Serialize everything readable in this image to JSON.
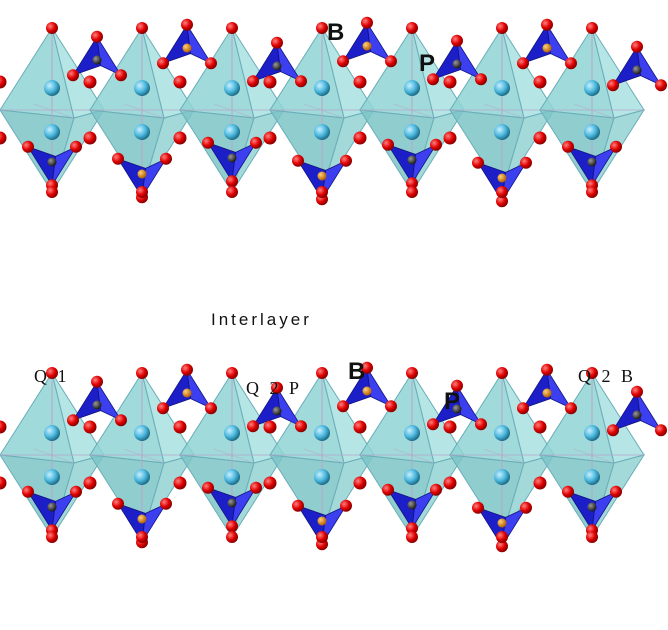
{
  "figure": {
    "top_layer": {
      "labels": {
        "b": "B",
        "p": "P"
      }
    },
    "interlayer_label": "Interlayer",
    "bottom_layer": {
      "labels": {
        "q1": "Q 1",
        "q2p": "Q 2 P",
        "b": "B",
        "p": "P",
        "q2b": "Q 2 B"
      }
    }
  },
  "colors": {
    "octahedron_fill": "#8fd3d3",
    "octahedron_edge": "#6aaeb8",
    "tetrahedron_fill": "#1c1fc8",
    "tetrahedron_light": "#3b3ff0",
    "oxygen": "#e00000",
    "metal_center": "#49b6dc",
    "phosphorus": "#333333",
    "boron": "#e08a1a"
  },
  "icons": {
    "octahedron": "octahedron-polyhedron-icon",
    "tetrahedron": "tetrahedron-polyhedron-icon",
    "oxygen": "oxygen-atom-sphere",
    "metal": "metal-atom-sphere"
  }
}
